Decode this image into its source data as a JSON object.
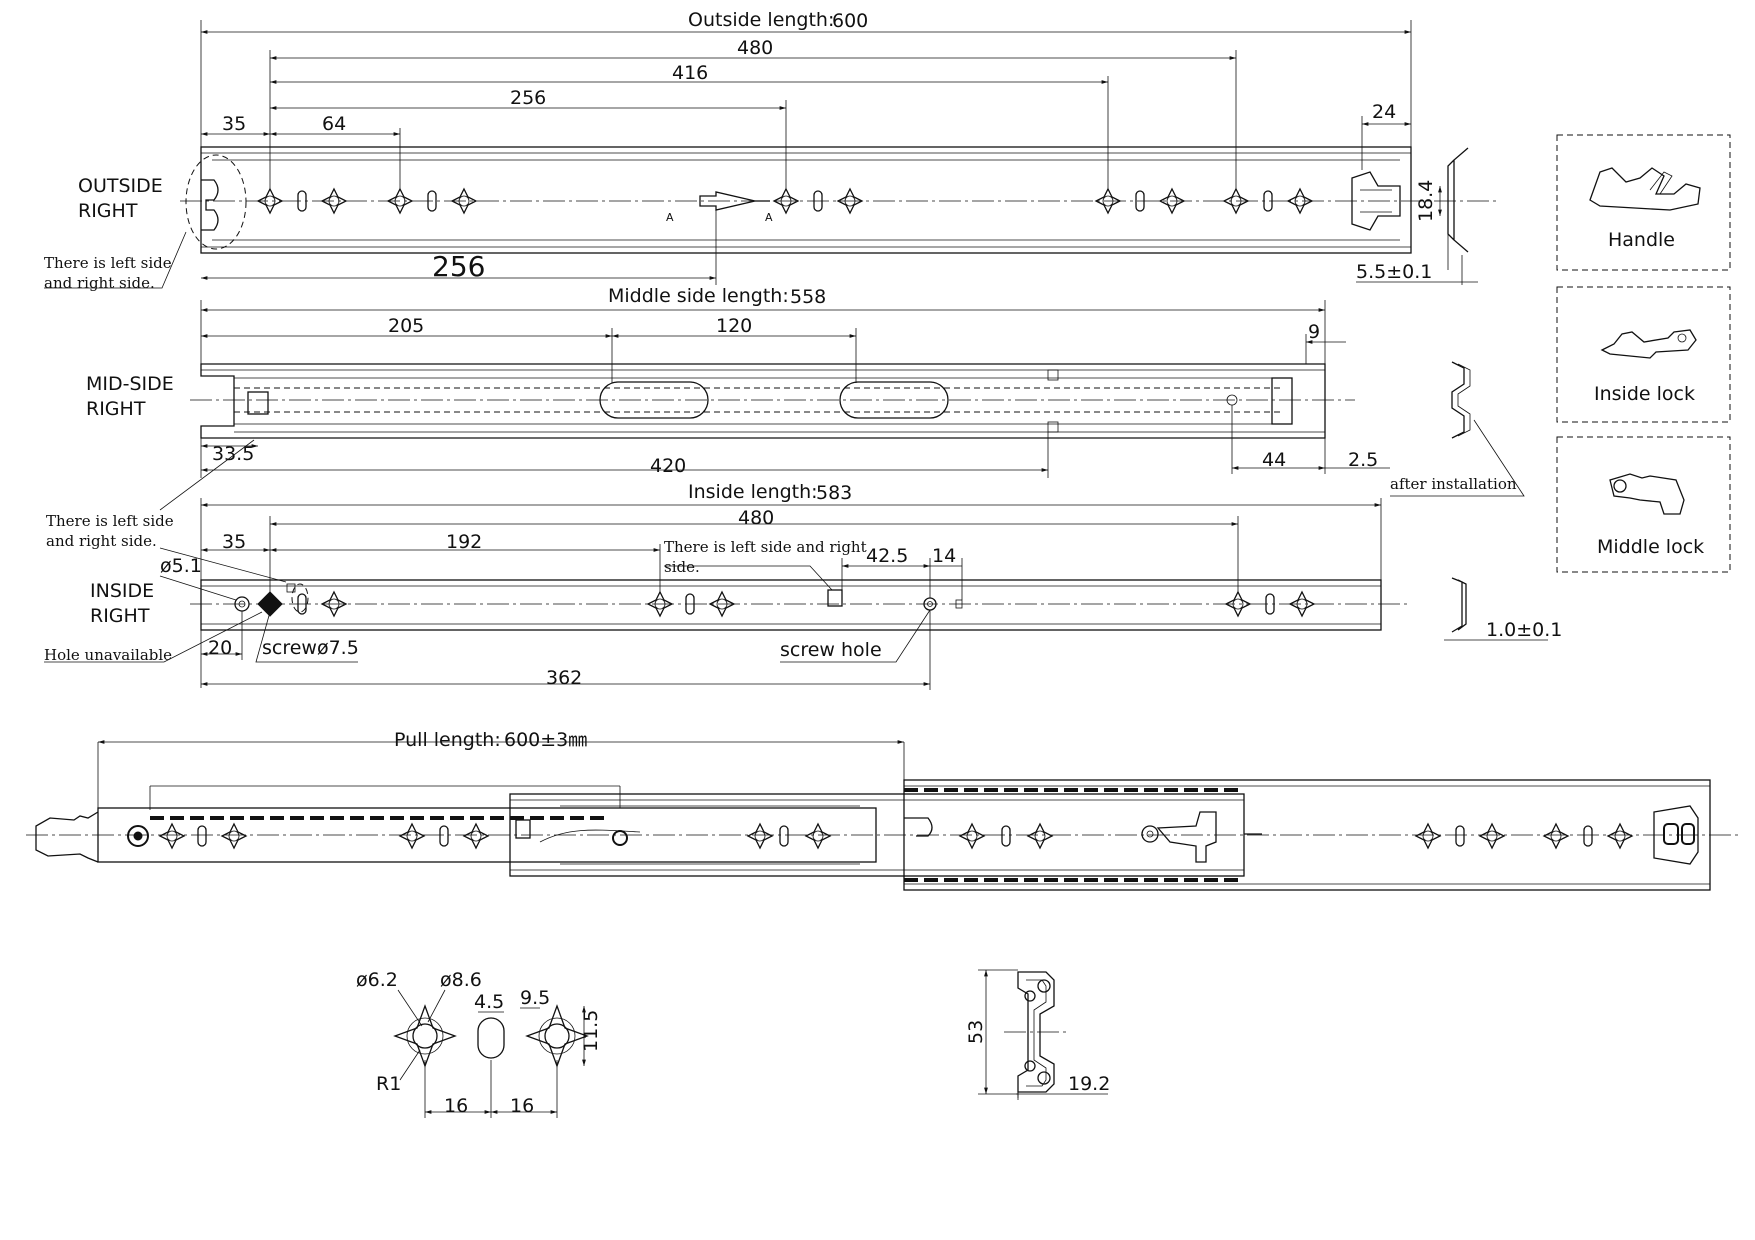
{
  "outside": {
    "label_line1": "OUTSIDE",
    "label_line2": "RIGHT",
    "length_label": "Outside length:",
    "length_value": "600",
    "dims": {
      "d480": "480",
      "d416": "416",
      "d256": "256",
      "d35": "35",
      "d64": "64",
      "d24": "24",
      "d256_big": "256",
      "d18_4": "18.4",
      "d5_5": "5.5±0.1",
      "markA1": "A",
      "markA2": "A"
    },
    "note_line1": "There is left side",
    "note_line2": "and right side."
  },
  "middle": {
    "label_line1": "MID-SIDE",
    "label_line2": "RIGHT",
    "length_label": "Middle side length:",
    "length_value": "558",
    "dims": {
      "d205": "205",
      "d120": "120",
      "d9": "9",
      "d33_5": "33.5",
      "d420": "420",
      "d44": "44",
      "d2_5": "2.5"
    },
    "after_installation": "after installation"
  },
  "inside": {
    "label_line1": "INSIDE",
    "label_line2": "RIGHT",
    "length_label": "Inside length:",
    "length_value": "583",
    "dims": {
      "d480": "480",
      "d35": "35",
      "d192": "192",
      "d42_5": "42.5",
      "d14": "14",
      "d5_1": "ø5.1",
      "d20": "20",
      "d362": "362",
      "d1_0": "1.0±0.1"
    },
    "note_left_line1": "There is left side",
    "note_left_line2": "and right side.",
    "note_mid_line1": "There is left side and right",
    "note_mid_line2": "side.",
    "hole_unavailable": "Hole unavailable",
    "screw": "screwø7.5",
    "screw_hole": "screw hole"
  },
  "pull": {
    "label": "Pull length:",
    "value": "600±3㎜"
  },
  "hole_detail": {
    "d6_2": "ø6.2",
    "d8_6": "ø8.6",
    "d4_5": "4.5",
    "d9_5": "9.5",
    "d11_5": "11.5",
    "r1": "R1",
    "d16a": "16",
    "d16b": "16"
  },
  "section": {
    "d53": "53",
    "d19_2": "19.2"
  },
  "panels": {
    "handle": "Handle",
    "inside_lock": "Inside lock",
    "middle_lock": "Middle lock"
  }
}
